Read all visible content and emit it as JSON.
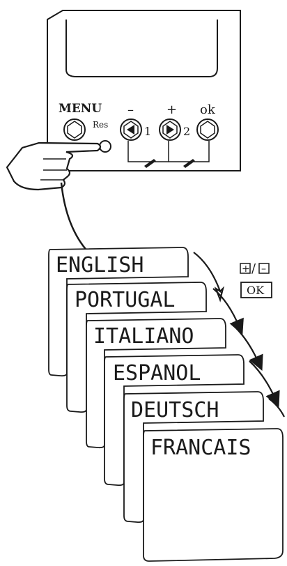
{
  "device": {
    "menu_label": "MENU",
    "reset_label": "Res",
    "minus_label": "–",
    "plus_label": "+",
    "ok_label": "ok",
    "key1_label": "1",
    "key2_label": "2"
  },
  "navigation": {
    "plus_minus_plus": "+",
    "plus_minus_sep": "/",
    "plus_minus_minus": "–",
    "ok_key": "OK"
  },
  "languages": [
    "ENGLISH",
    "PORTUGAL",
    "ITALIANO",
    "ESPANOL",
    "DEUTSCH",
    "FRANCAIS"
  ]
}
